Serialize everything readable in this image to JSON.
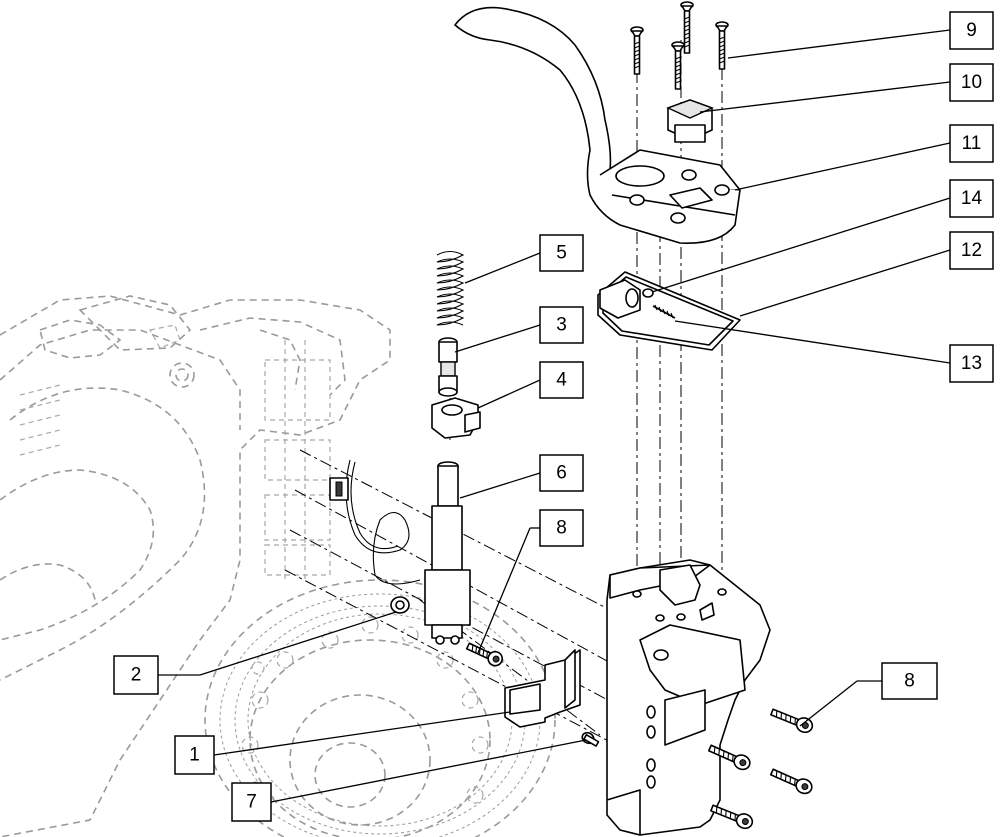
{
  "callouts": [
    {
      "id": "9",
      "label": "9"
    },
    {
      "id": "10",
      "label": "10"
    },
    {
      "id": "11",
      "label": "11"
    },
    {
      "id": "14",
      "label": "14"
    },
    {
      "id": "12",
      "label": "12"
    },
    {
      "id": "13",
      "label": "13"
    },
    {
      "id": "5",
      "label": "5"
    },
    {
      "id": "3",
      "label": "3"
    },
    {
      "id": "4",
      "label": "4"
    },
    {
      "id": "6",
      "label": "6"
    },
    {
      "id": "8a",
      "label": "8"
    },
    {
      "id": "8b",
      "label": "8"
    },
    {
      "id": "2",
      "label": "2"
    },
    {
      "id": "1",
      "label": "1"
    },
    {
      "id": "7",
      "label": "7"
    }
  ]
}
